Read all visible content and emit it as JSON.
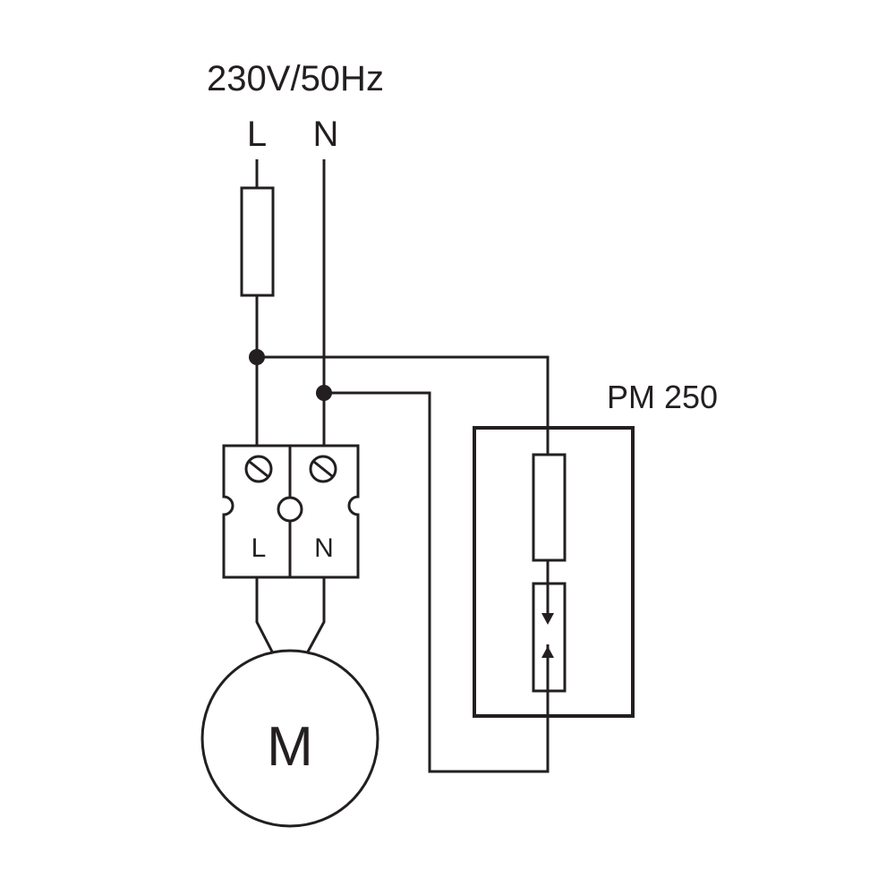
{
  "supply": {
    "label": "230V/50Hz",
    "line_label": "L",
    "neutral_label": "N"
  },
  "terminal_block": {
    "left_label": "L",
    "right_label": "N"
  },
  "motor": {
    "label": "M"
  },
  "controller": {
    "label": "PM 250"
  }
}
